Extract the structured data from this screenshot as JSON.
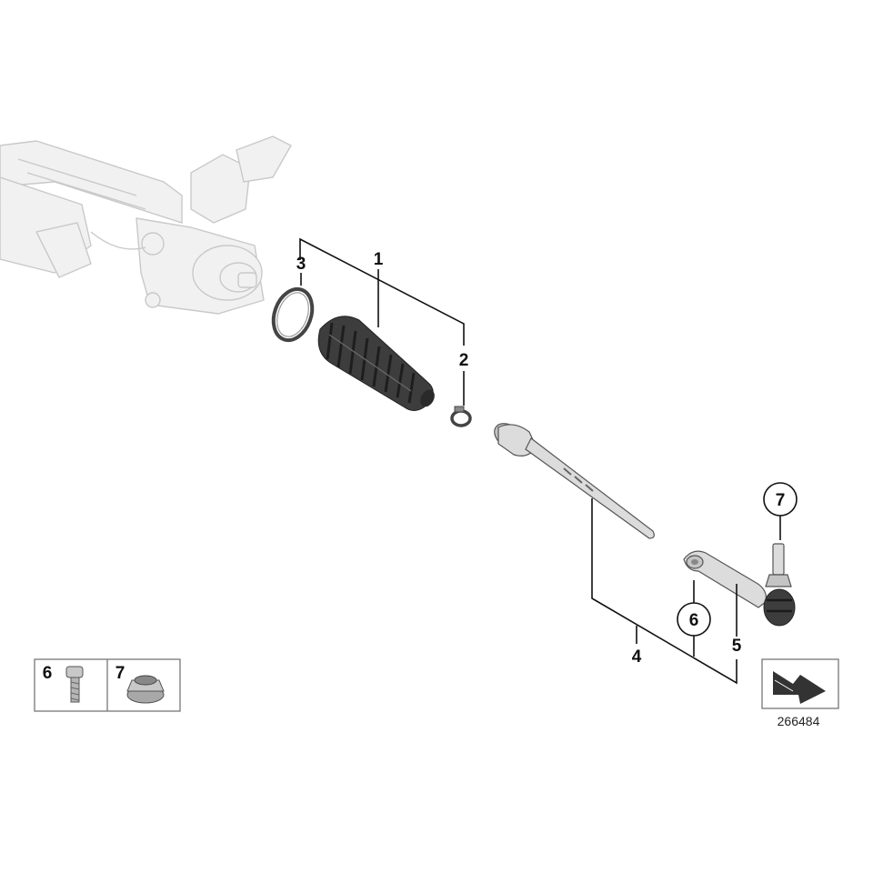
{
  "callouts": {
    "c1": "1",
    "c2": "2",
    "c3": "3",
    "c4": "4",
    "c5": "5",
    "c6": "6",
    "c7": "7"
  },
  "legend": {
    "item6": "6",
    "item7": "7"
  },
  "reference_number": "266484",
  "colors": {
    "ink": "#111111",
    "ghost_outline": "#c9c9c9",
    "rubber": "#3d3d3d",
    "metal": "#dcdcdc"
  }
}
